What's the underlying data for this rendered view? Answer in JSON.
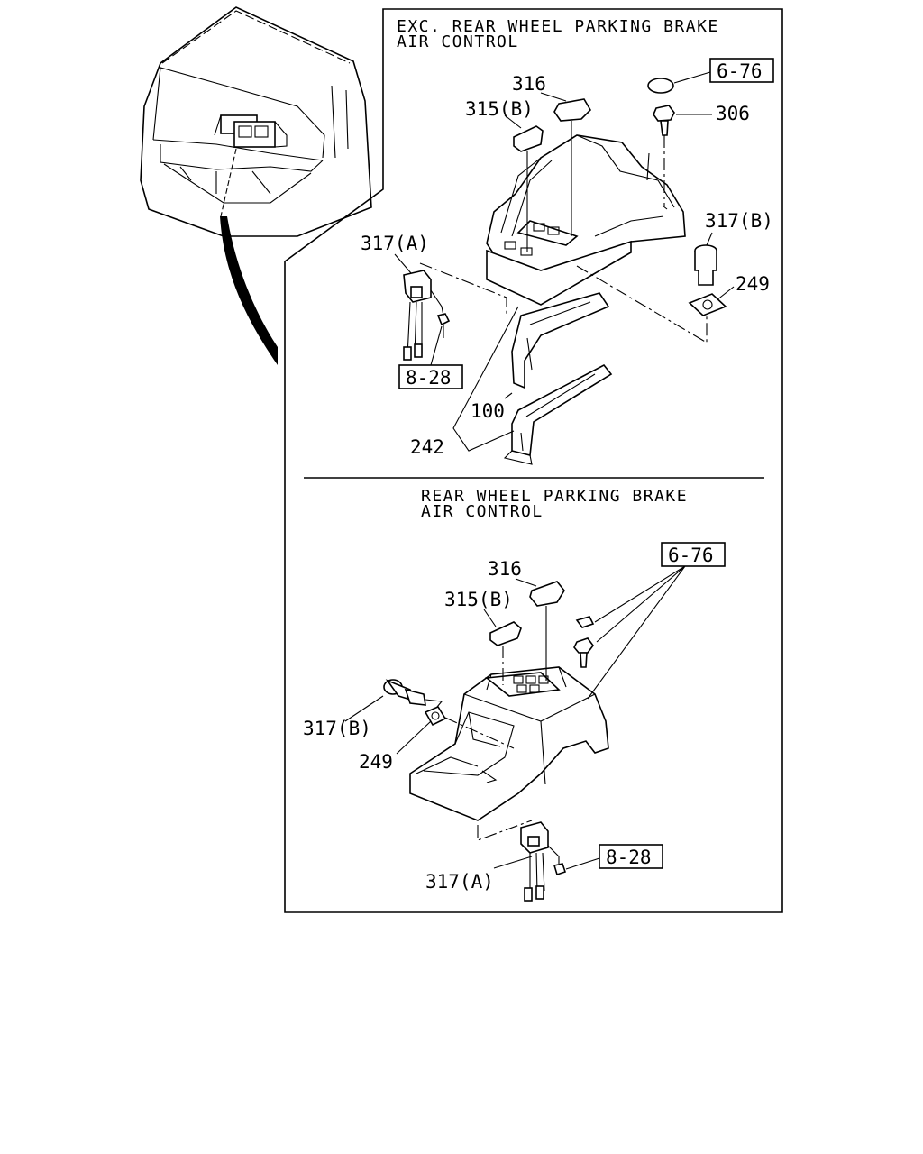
{
  "top_section": {
    "caption_line1": "EXC. REAR WHEEL PARKING BRAKE",
    "caption_line2": "AIR CONTROL",
    "ref_boxes": [
      "6-76",
      "8-28"
    ],
    "labels": [
      "316",
      "315(B)",
      "306",
      "317(B)",
      "317(A)",
      "249",
      "100",
      "242"
    ]
  },
  "bottom_section": {
    "caption_line1": "REAR WHEEL PARKING BRAKE",
    "caption_line2": "AIR CONTROL",
    "ref_boxes": [
      "6-76",
      "8-28"
    ],
    "labels": [
      "316",
      "315(B)",
      "317(B)",
      "249",
      "317(A)"
    ]
  }
}
